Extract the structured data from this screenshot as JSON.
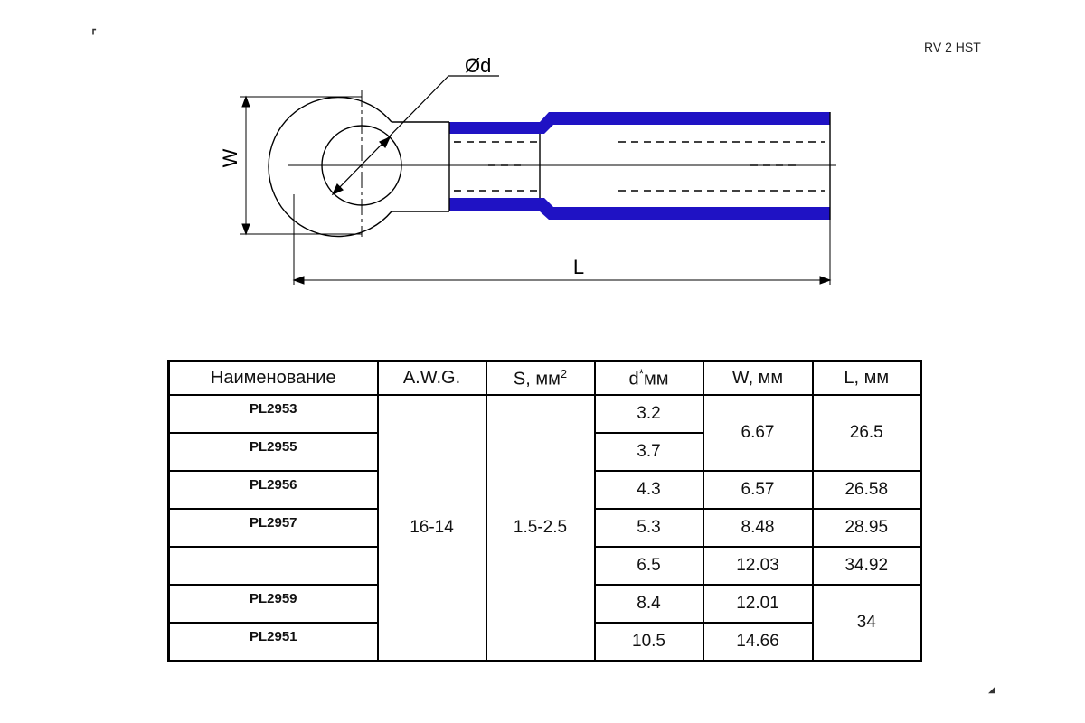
{
  "header": {
    "model_code": "RV 2 HST"
  },
  "drawing": {
    "labels": {
      "diameter": "Ød",
      "width": "W",
      "length": "L"
    },
    "colors": {
      "insulation": "#1f12c4",
      "line": "#000000"
    }
  },
  "table": {
    "headers": {
      "name": "Наименование",
      "awg": "A.W.G.",
      "s_main": "S, мм",
      "s_sup": "2",
      "d_main": "d",
      "d_sup": "*",
      "d_unit": "мм",
      "w": "W, мм",
      "l": "L, мм"
    },
    "awg": "16-14",
    "s": "1.5-2.5",
    "names": [
      "PL2953",
      "PL2955",
      "PL2956",
      "PL2957",
      "",
      "PL2959",
      "PL2951"
    ],
    "d": [
      "3.2",
      "3.7",
      "4.3",
      "5.3",
      "6.5",
      "8.4",
      "10.5"
    ],
    "w": [
      "6.67",
      "6.57",
      "8.48",
      "12.03",
      "12.01",
      "14.66"
    ],
    "l": [
      "26.5",
      "26.58",
      "28.95",
      "34.92",
      "34"
    ]
  }
}
